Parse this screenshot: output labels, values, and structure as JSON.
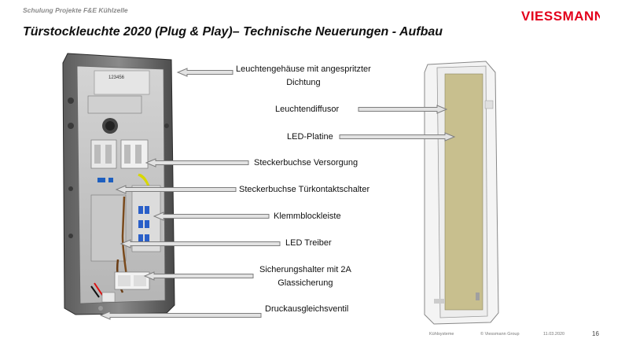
{
  "header": {
    "subtitle": "Schulung Projekte F&E Kühlzelle",
    "logo_text": "VIESSMANN"
  },
  "title": "Türstockleuchte 2020 (Plug & Play)– Technische Neuerungen - Aufbau",
  "device_markings": {
    "top_label": "123456"
  },
  "labels": {
    "gehaeuse_line1": "Leuchtengehäuse mit angespritzter",
    "gehaeuse_line2": "Dichtung",
    "diffusor": "Leuchtendiffusor",
    "platine": "LED-Platine",
    "versorgung": "Steckerbuchse Versorgung",
    "tuerkontakt": "Steckerbuchse Türkontaktschalter",
    "klemmblock": "Klemmblockleiste",
    "treiber": "LED Treiber",
    "sicherung_line1": "Sicherungshalter mit 2A",
    "sicherung_line2": "Glassicherung",
    "ventil": "Druckausgleichsventil"
  },
  "footer": {
    "left": "Kühlsysteme",
    "center": "© Viessmann Group",
    "date": "11.03.2020",
    "page": "16"
  },
  "colors": {
    "brand_red": "#e3001b",
    "platine_fill": "#c8bf8e",
    "arrow_fill": "#e2e2e2"
  }
}
